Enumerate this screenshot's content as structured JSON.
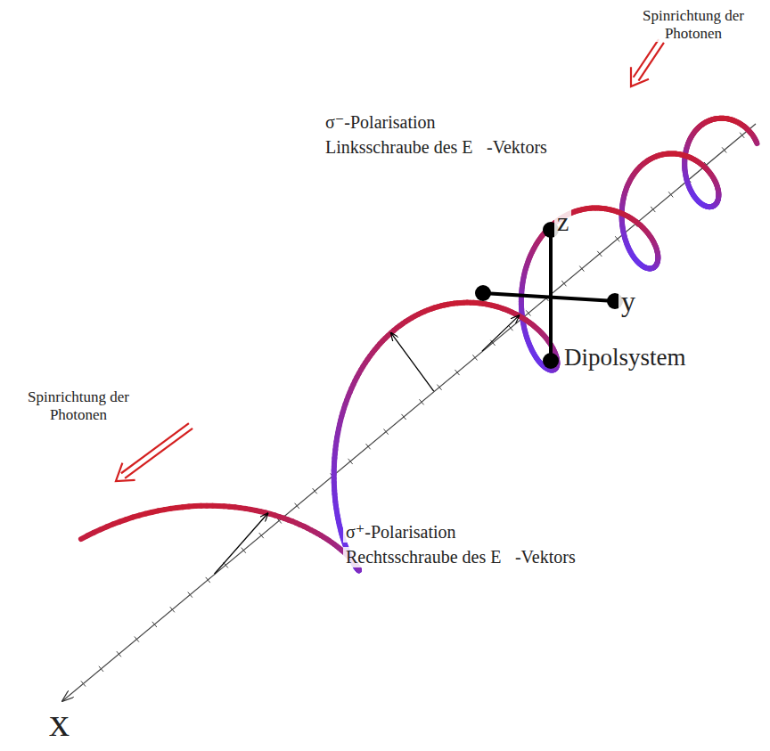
{
  "diagram": {
    "labels": [
      "Spinrichtung der Photonen",
      "σ⁻-Polarisation",
      "Linksschraube des E⃗-Vektors",
      "z",
      "y",
      "Dipolsystem",
      "Spinrichtung der Photonen",
      "σ⁺-Polarisation",
      "Rechtsschraube des E⃗-Vektors",
      "x"
    ]
  }
}
